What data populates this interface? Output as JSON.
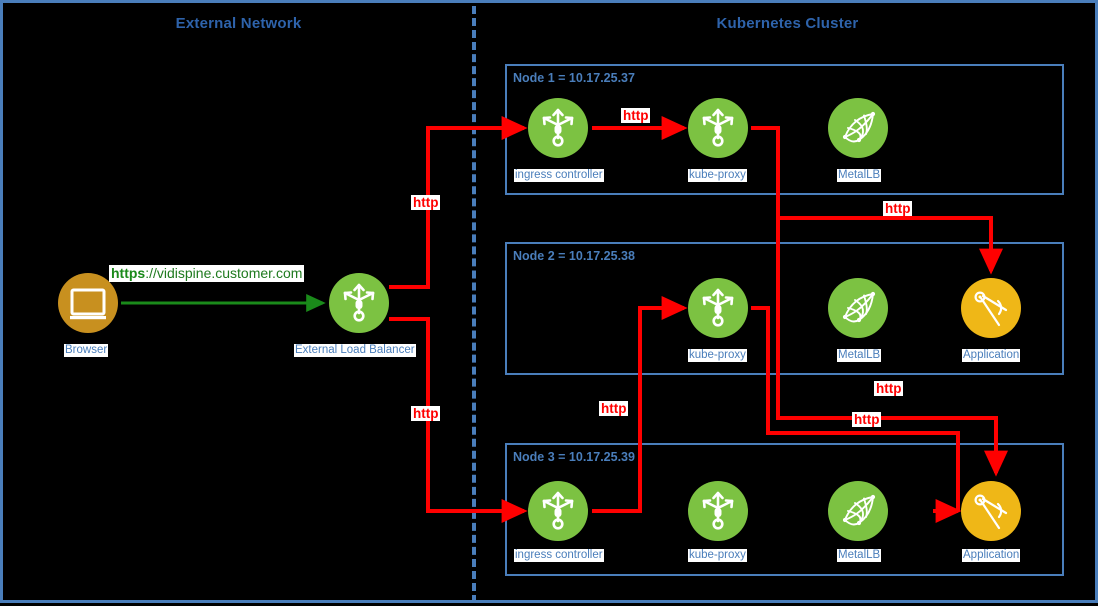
{
  "diagram": {
    "title_left": "External Network",
    "title_right": "Kubernetes Cluster",
    "background": "#000000",
    "frame_color": "#4a7ebb",
    "divider_color": "#4a7ebb",
    "accent_blue": "#4a7ebb",
    "title_blue": "#2e63ab",
    "flow_red": "#ff0000",
    "flow_green": "#1a8a1a",
    "green_disc": "#7cc242",
    "orange_disc": "#efb717",
    "brown_disc": "#c8901f"
  },
  "external": {
    "browser_label": "Browser",
    "loadbalancer_label": "External Load Balancer",
    "url_scheme": "https",
    "url_rest": "://vidispine.customer.com"
  },
  "nodes": [
    {
      "title": "Node 1 = 10.17.25.37",
      "components": [
        {
          "label": "ingress controller",
          "icon": "kubernetes-service-icon",
          "color": "green"
        },
        {
          "label": "kube-proxy",
          "icon": "kubernetes-service-icon",
          "color": "green"
        },
        {
          "label": "MetalLB",
          "icon": "metallb-mesh-icon",
          "color": "green"
        }
      ]
    },
    {
      "title": "Node 2 = 10.17.25.38",
      "components": [
        {
          "label": "kube-proxy",
          "icon": "kubernetes-service-icon",
          "color": "green"
        },
        {
          "label": "MetalLB",
          "icon": "metallb-mesh-icon",
          "color": "green"
        },
        {
          "label": "Application",
          "icon": "application-compass-icon",
          "color": "orange"
        }
      ]
    },
    {
      "title": "Node 3 = 10.17.25.39",
      "components": [
        {
          "label": "ingress controller",
          "icon": "kubernetes-service-icon",
          "color": "green"
        },
        {
          "label": "kube-proxy",
          "icon": "kubernetes-service-icon",
          "color": "green"
        },
        {
          "label": "MetalLB",
          "icon": "metallb-mesh-icon",
          "color": "green"
        },
        {
          "label": "Application",
          "icon": "application-compass-icon",
          "color": "orange"
        }
      ]
    }
  ],
  "edge_labels": {
    "lb_to_node1": "http",
    "lb_to_node3": "http",
    "ingress1_to_proxy1": "http",
    "proxy1_to_app2": "http",
    "ingress3_to_proxy2": "http",
    "proxy1_to_app3": "http",
    "proxy2_to_app3": "http"
  }
}
